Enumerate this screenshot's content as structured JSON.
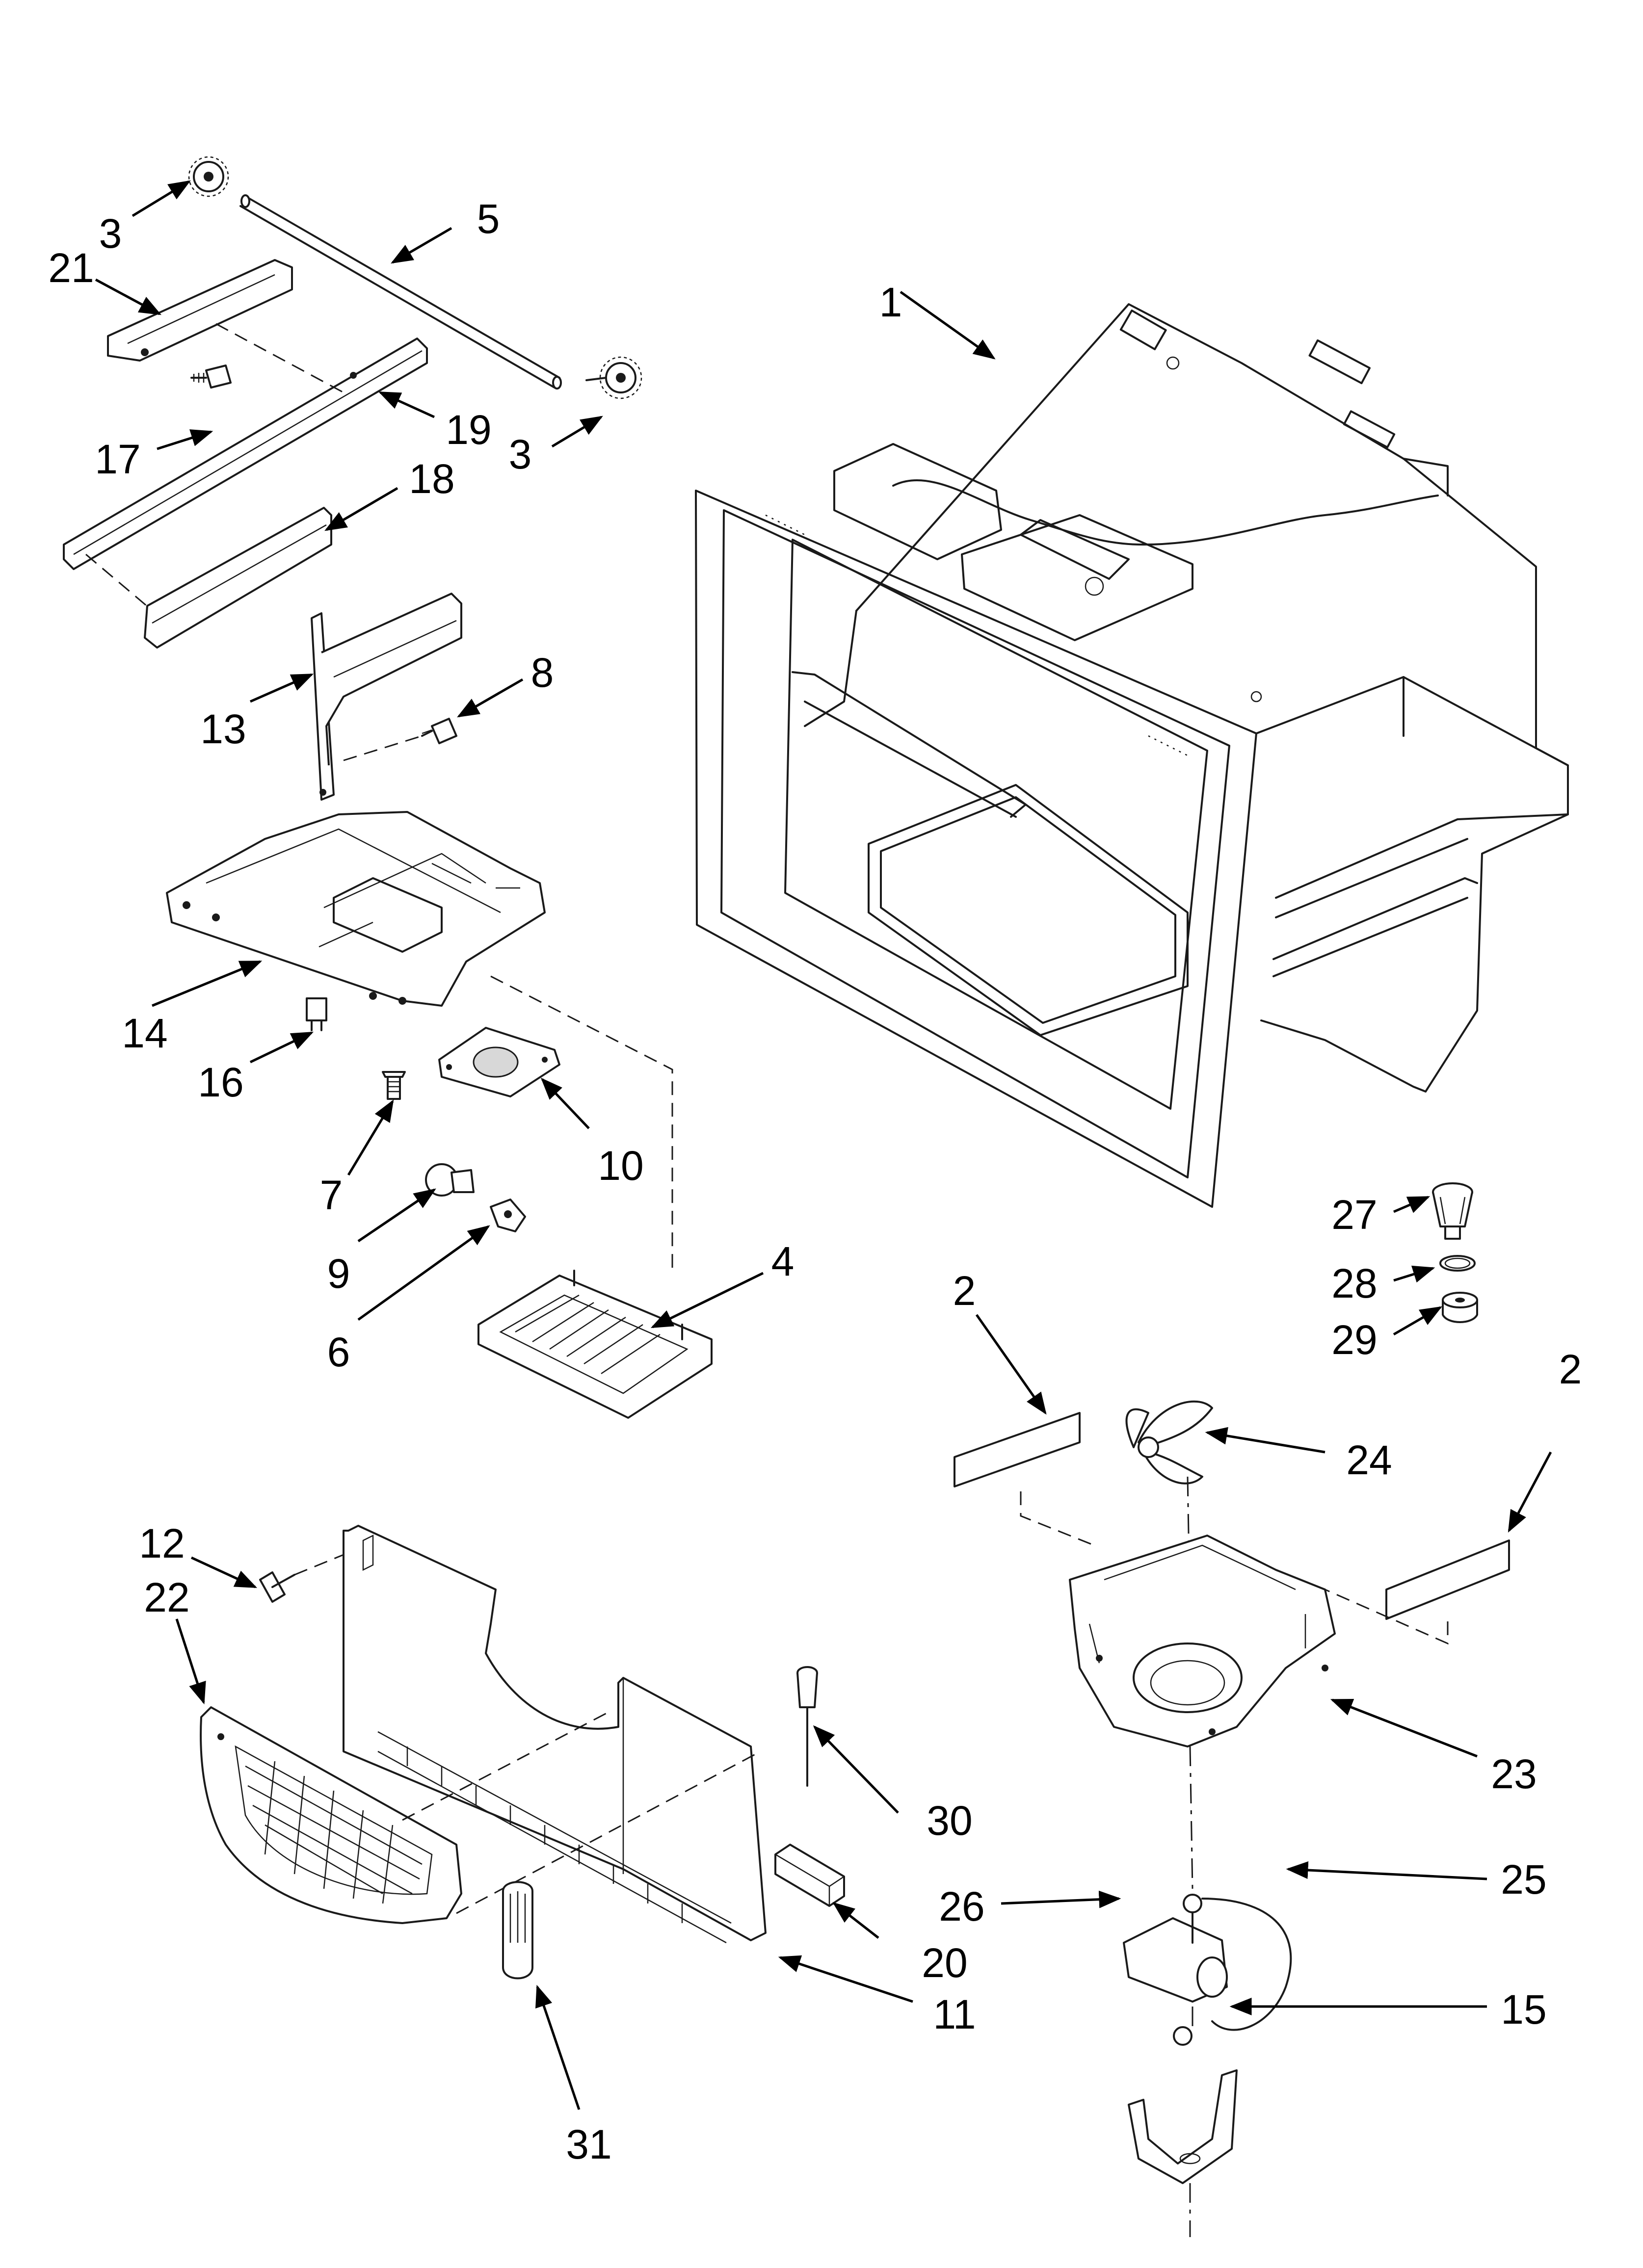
{
  "callouts": {
    "c1": "1",
    "c2a": "2",
    "c2b": "2",
    "c3a": "3",
    "c3b": "3",
    "c4": "4",
    "c5": "5",
    "c6": "6",
    "c7": "7",
    "c8": "8",
    "c9": "9",
    "c10": "10",
    "c11": "11",
    "c12": "12",
    "c13": "13",
    "c14": "14",
    "c15": "15",
    "c16": "16",
    "c17": "17",
    "c18": "18",
    "c19": "19",
    "c20": "20",
    "c21": "21",
    "c22": "22",
    "c23": "23",
    "c24": "24",
    "c25": "25",
    "c26": "26",
    "c27": "27",
    "c28": "28",
    "c29": "29",
    "c30": "30",
    "c31": "31"
  },
  "colors": {
    "line": "#1a1a1a",
    "background": "#ffffff"
  }
}
